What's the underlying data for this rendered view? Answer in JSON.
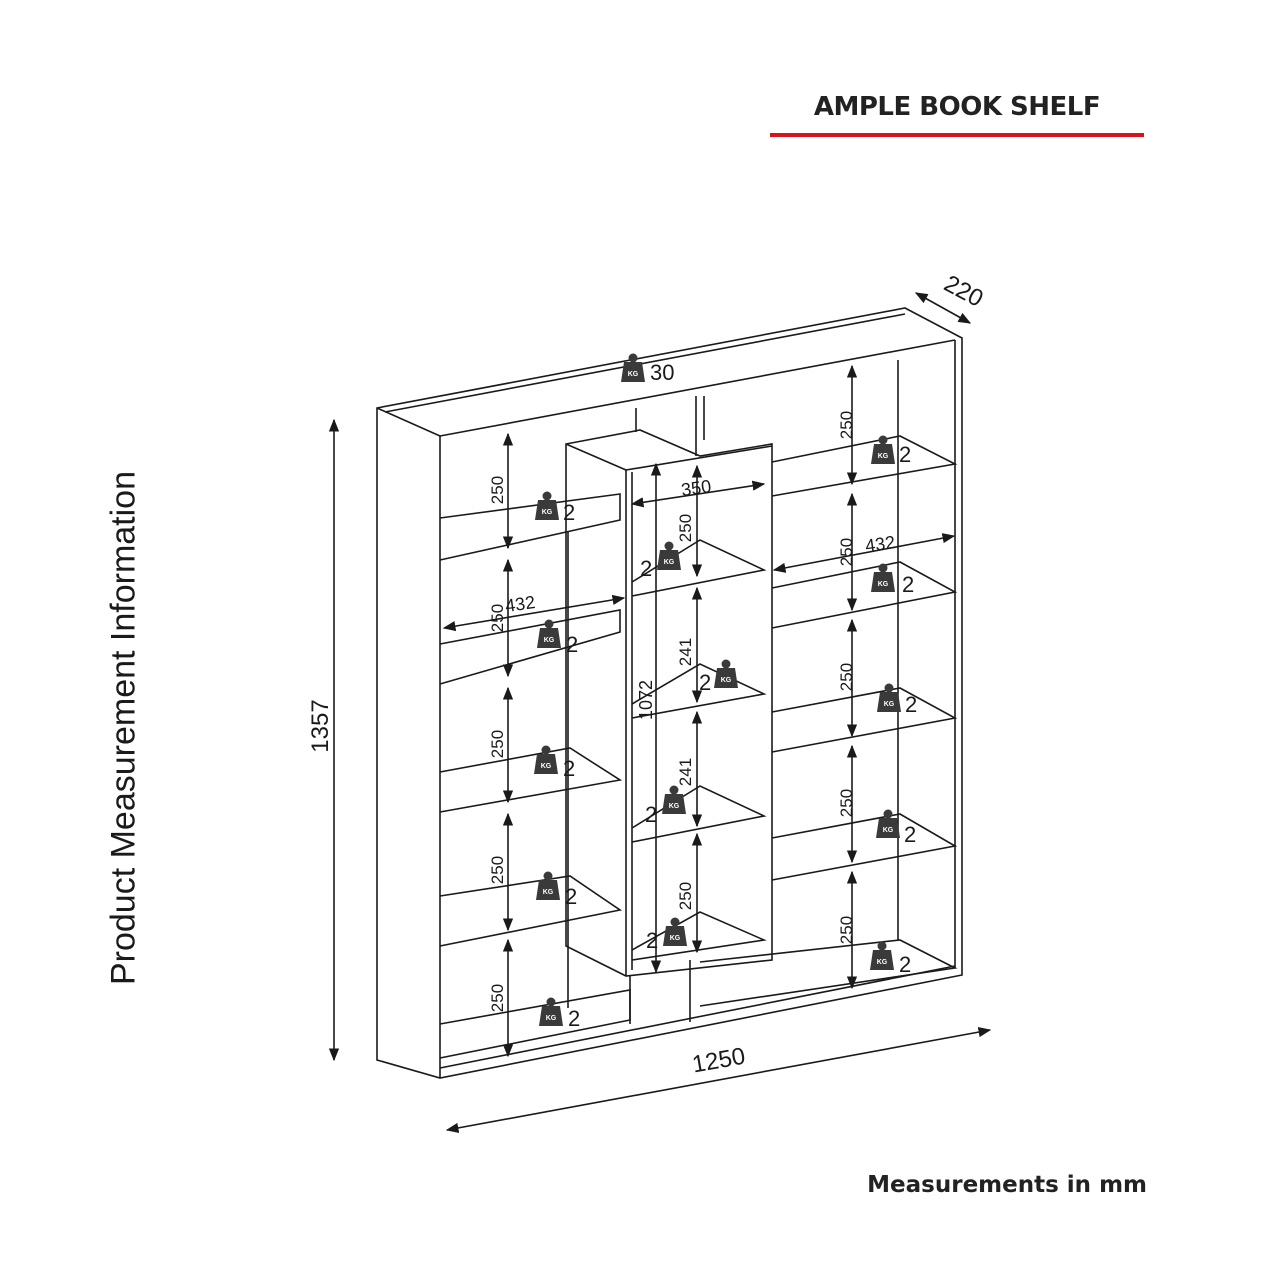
{
  "title": "AMPLE BOOK SHELF",
  "side_label": "Product Measurement Information",
  "footnote": "Measurements in mm",
  "colors": {
    "accent_rule": "#d6141c",
    "line": "#1a1a1a",
    "weight_icon": "#3a3a3a"
  },
  "icon": "kg-weight-icon",
  "weight_icon_text": "KG",
  "dimensions": {
    "width": "1250",
    "height": "1357",
    "depth": "220",
    "inner_column_height": "1072",
    "center_width": "350",
    "left_width": "432",
    "right_width": "432",
    "left_shelf_heights": [
      "250",
      "250",
      "250",
      "250",
      "250"
    ],
    "center_shelf_heights": [
      "250",
      "241",
      "241",
      "250"
    ],
    "right_shelf_heights": [
      "250",
      "250",
      "250",
      "250",
      "250"
    ]
  },
  "load_capacities": {
    "top": "30",
    "left": [
      "2",
      "2",
      "2",
      "2",
      "2"
    ],
    "center": [
      "2",
      "2",
      "2",
      "2"
    ],
    "right": [
      "2",
      "2",
      "2",
      "2",
      "2"
    ]
  }
}
